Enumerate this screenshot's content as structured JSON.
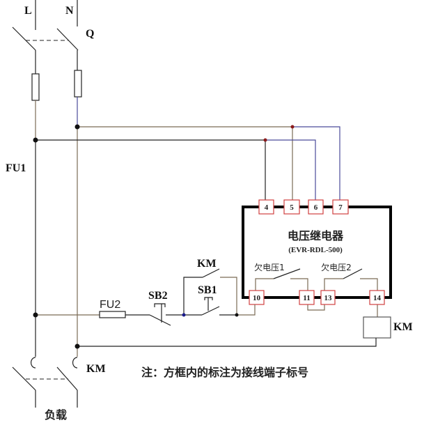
{
  "labels": {
    "L": "L",
    "N": "N",
    "Q": "Q",
    "FU1": "FU1",
    "FU2": "FU2",
    "SB1": "SB1",
    "SB2": "SB2",
    "KM_hold": "KM",
    "KM_coil": "KM",
    "KM_main": "KM",
    "load": "负载"
  },
  "relay": {
    "title": "电压继电器",
    "model": "(EVR-RDL-500)",
    "contact1": "欠电压1",
    "contact2": "欠电压2",
    "terminals_top": [
      "4",
      "5",
      "6",
      "7"
    ],
    "terminals_bottom": [
      "10",
      "11",
      "13",
      "14"
    ]
  },
  "note": "注：方框内的标注为接线端子标号",
  "colors": {
    "wire": "#222222",
    "wire_neutral": "#7a6a55",
    "wire_blue": "#4a4a9a",
    "terminal_border": "#d04040",
    "junction_red": "#8b1a1a"
  }
}
